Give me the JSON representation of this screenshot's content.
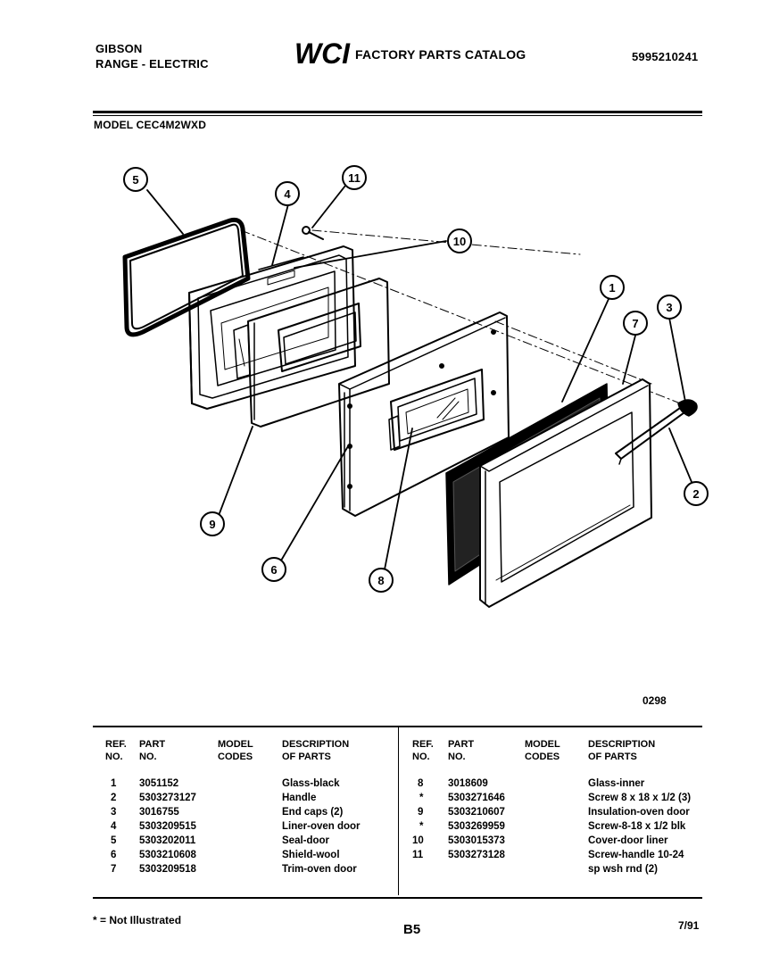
{
  "header": {
    "brand_line1": "GIBSON",
    "brand_line2": "RANGE - ELECTRIC",
    "logo_text": "WCI",
    "catalog_title": "FACTORY PARTS CATALOG",
    "catalog_number": "5995210241",
    "model_label": "MODEL CEC4M2WXD"
  },
  "diagram": {
    "callouts": [
      "5",
      "4",
      "11",
      "10",
      "1",
      "7",
      "3",
      "2",
      "9",
      "6",
      "8"
    ],
    "code": "0298"
  },
  "table": {
    "headers_left": {
      "ref": "REF.\nNO.",
      "part": "PART\nNO.",
      "model": "MODEL\nCODES",
      "desc": "DESCRIPTION\nOF PARTS"
    },
    "headers_right": {
      "ref": "REF.\nNO.",
      "part": "PART\nNO.",
      "model": "MODEL\nCODES",
      "desc": "DESCRIPTION\nOF PARTS"
    },
    "left_rows": [
      {
        "ref": "1",
        "part": "3051152",
        "desc": "Glass-black"
      },
      {
        "ref": "2",
        "part": "5303273127",
        "desc": "Handle"
      },
      {
        "ref": "3",
        "part": "3016755",
        "desc": "End caps (2)"
      },
      {
        "ref": "4",
        "part": "5303209515",
        "desc": "Liner-oven door"
      },
      {
        "ref": "5",
        "part": "5303202011",
        "desc": "Seal-door"
      },
      {
        "ref": "6",
        "part": "5303210608",
        "desc": "Shield-wool"
      },
      {
        "ref": "7",
        "part": "5303209518",
        "desc": "Trim-oven door"
      }
    ],
    "right_rows": [
      {
        "ref": "8",
        "part": "3018609",
        "desc": "Glass-inner"
      },
      {
        "ref": "*",
        "part": "5303271646",
        "desc": "Screw 8 x 18 x 1/2 (3)"
      },
      {
        "ref": "9",
        "part": "5303210607",
        "desc": "Insulation-oven door"
      },
      {
        "ref": "*",
        "part": "5303269959",
        "desc": "Screw-8-18 x 1/2 blk"
      },
      {
        "ref": "10",
        "part": "5303015373",
        "desc": "Cover-door liner"
      },
      {
        "ref": "11",
        "part": "5303273128",
        "desc": "Screw-handle 10-24"
      },
      {
        "ref": "",
        "part": "",
        "desc": "sp wsh rnd (2)"
      }
    ]
  },
  "footer": {
    "footnote": "* = Not Illustrated",
    "page_id": "B5",
    "date": "7/91"
  }
}
